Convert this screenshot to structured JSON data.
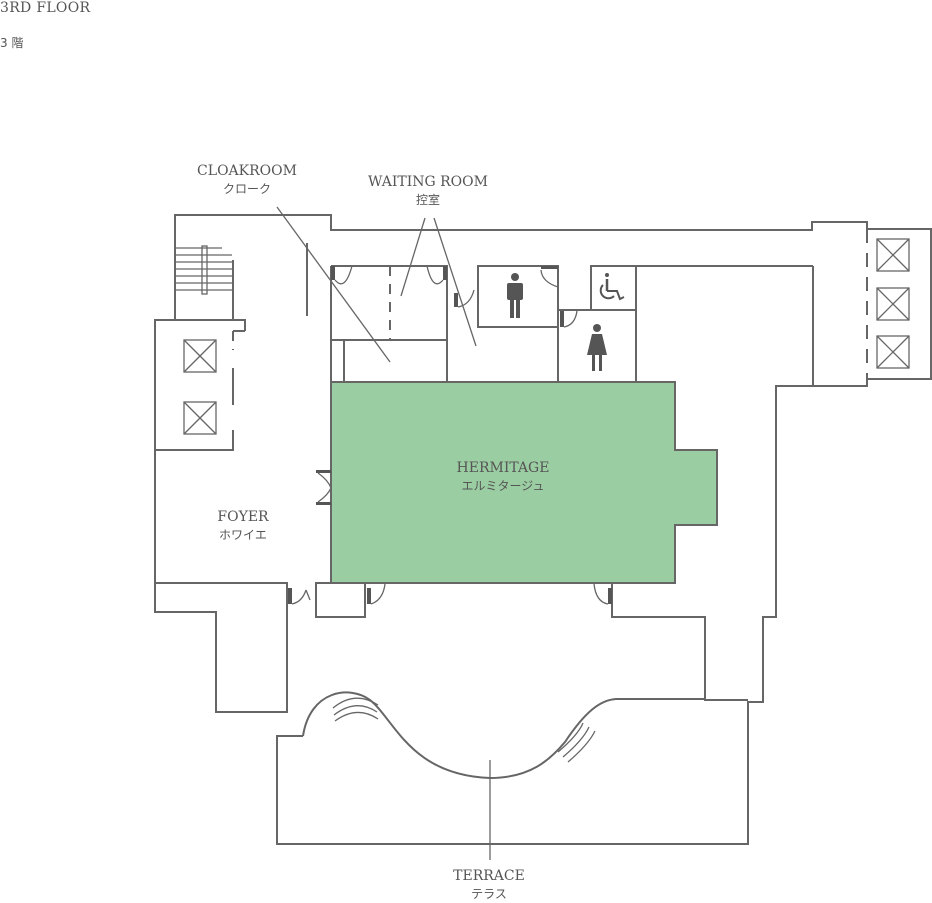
{
  "header": {
    "floor_en": "3RD FLOOR",
    "floor_jp": "3 階"
  },
  "rooms": {
    "cloakroom": {
      "en": "CLOAKROOM",
      "jp": "クローク"
    },
    "waiting": {
      "en": "WAITING ROOM",
      "jp": "控室"
    },
    "hermitage": {
      "en": "HERMITAGE",
      "jp": "エルミタージュ"
    },
    "foyer": {
      "en": "FOYER",
      "jp": "ホワイエ"
    },
    "terrace": {
      "en": "TERRACE",
      "jp": "テラス"
    }
  },
  "colors": {
    "highlight": "#9bcda2",
    "wall": "#666666"
  }
}
